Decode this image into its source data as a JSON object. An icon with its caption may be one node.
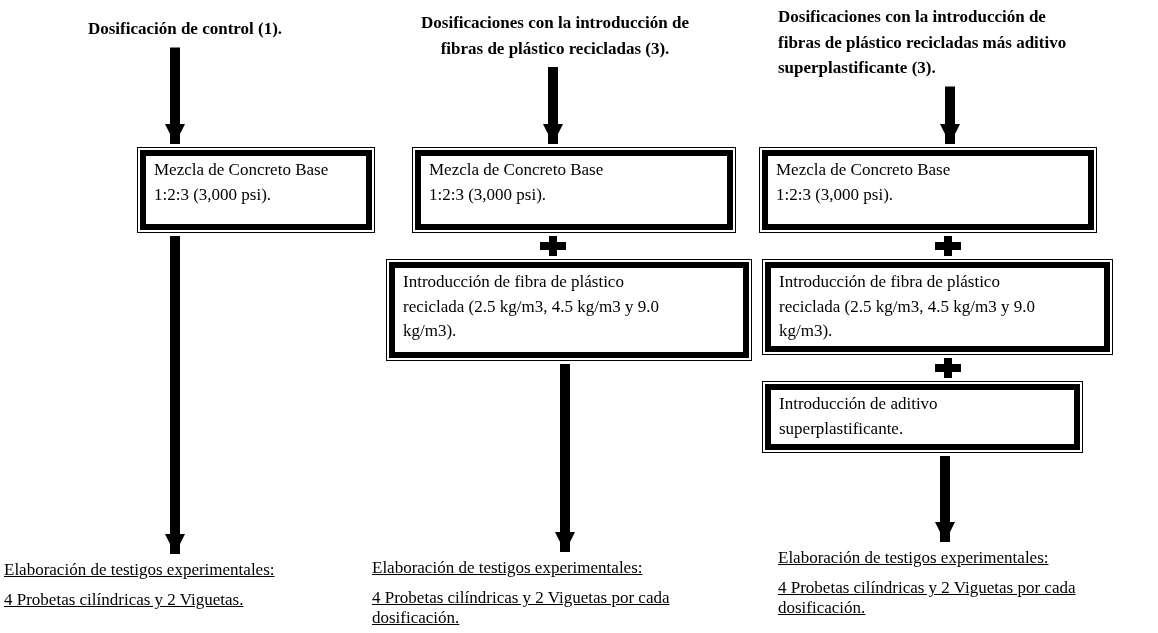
{
  "diagram": {
    "nodes": [
      {
        "text": [
          "Dosificación de control (1)."
        ]
      },
      {
        "text": [
          "Mezcla de Concreto Base 1:2:3 (3,000 psi)."
        ]
      },
      {
        "text": [
          "Elaboración de testigos experimentales:",
          "4 Probetas cilíndricas y 2 Viguetas."
        ]
      },
      {
        "text": [
          "Dosificaciones con la introducción de fibras de plástico recicladas (3)."
        ]
      },
      {
        "text": [
          "Mezcla de Concreto Base 1:2:3 (3,000 psi)."
        ]
      },
      {
        "text": [
          "Introducción de fibra de plástico reciclada (2.5 kg/m3, 4.5 kg/m3 y 9.0 kg/m3)."
        ]
      },
      {
        "text": [
          "Elaboración de testigos experimentales:",
          "4 Probetas cilíndricas y 2 Viguetas por cada dosificación."
        ]
      },
      {
        "text": [
          "Dosificaciones con la introducción de fibras de plástico recicladas más aditivo superplastificante (3)."
        ]
      },
      {
        "text": [
          "Mezcla de Concreto Base 1:2:3 (3,000 psi)."
        ]
      },
      {
        "text": [
          "Introducción de fibra de plástico reciclada (2.5 kg/m3, 4.5 kg/m3 y 9.0 kg/m3)."
        ]
      },
      {
        "text": [
          "Introducción de aditivo superplastificante."
        ]
      },
      {
        "text": [
          "Elaboración de testigos experimentales:",
          "4 Probetas cilíndricas y 2 Viguetas por cada dosificación."
        ]
      }
    ],
    "edges": [
      {
        "from": 0,
        "to": 1,
        "arrow": "to"
      },
      {
        "from": 1,
        "to": 2,
        "arrow": "to"
      },
      {
        "from": 3,
        "to": 4,
        "arrow": "to"
      },
      {
        "from": 4,
        "to": 5,
        "arrow": "none"
      },
      {
        "from": 5,
        "to": 6,
        "arrow": "to"
      },
      {
        "from": 7,
        "to": 8,
        "arrow": "to"
      },
      {
        "from": 8,
        "to": 9,
        "arrow": "none"
      },
      {
        "from": 9,
        "to": 10,
        "arrow": "none"
      },
      {
        "from": 10,
        "to": 11,
        "arrow": "to"
      }
    ]
  }
}
